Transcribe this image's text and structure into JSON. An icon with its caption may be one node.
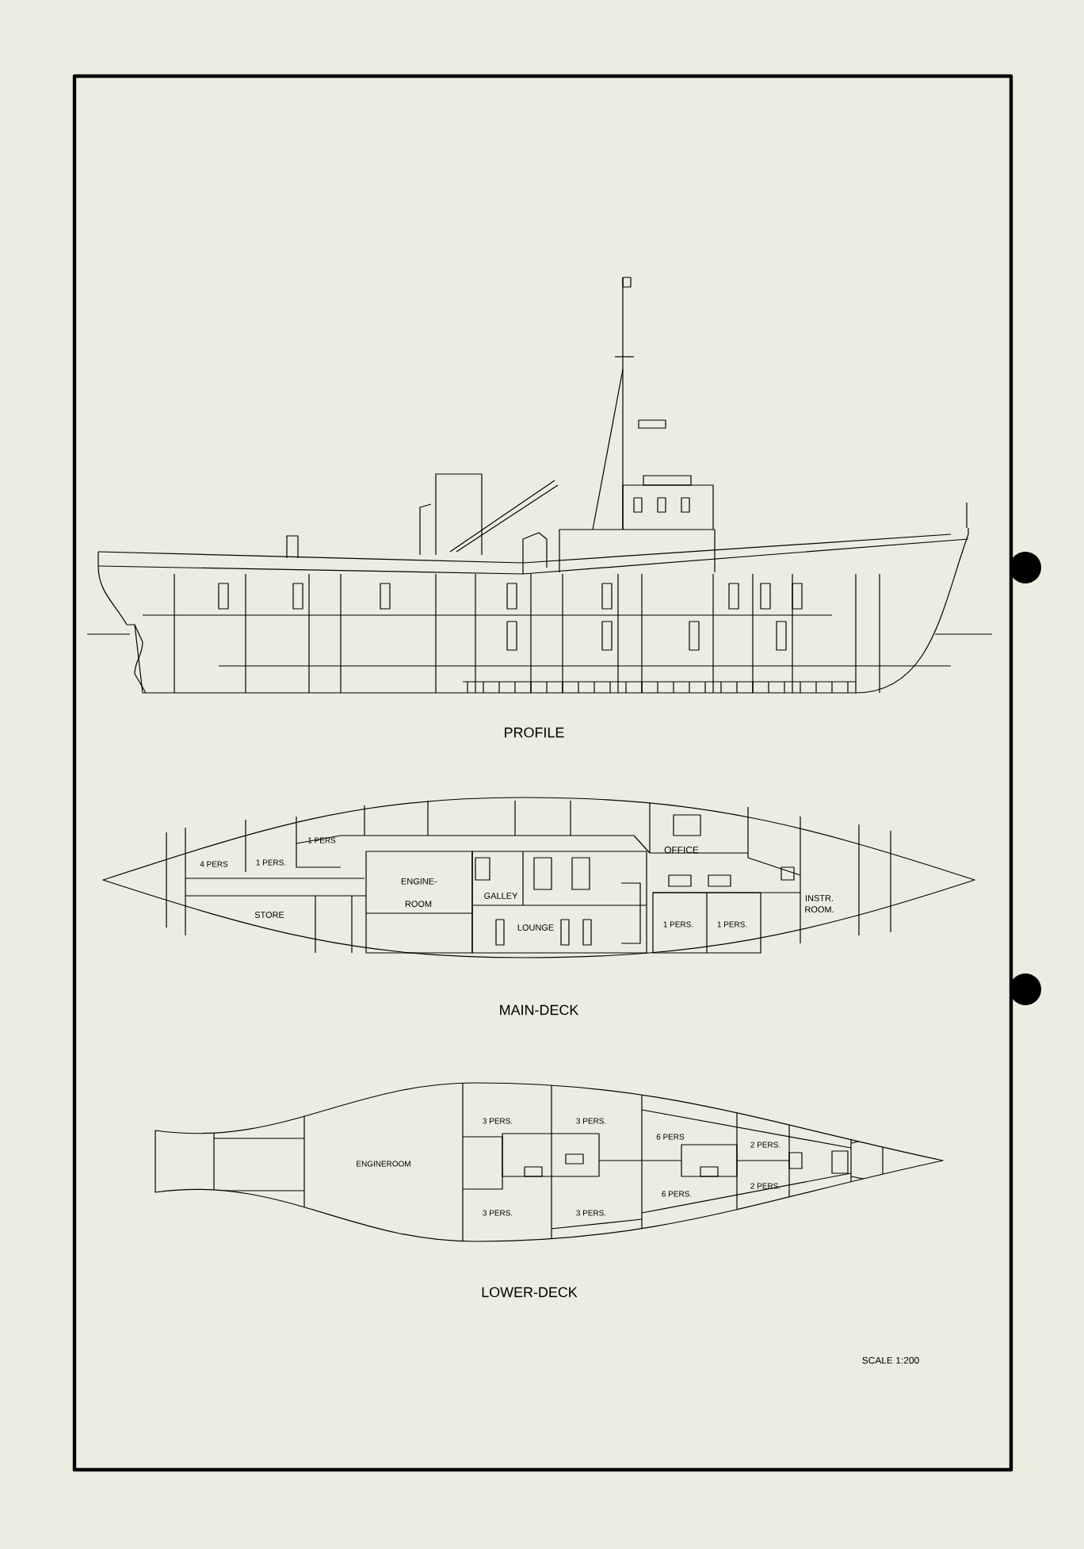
{
  "diagram": {
    "labels": [
      "PROFILE",
      "1 PERS",
      "OFFICE",
      "4 PERS",
      "1 PERS.",
      "ENGINE- ROOM",
      "GALLEY",
      "INSTR. ROOM.",
      "STORE",
      "LOUNGE",
      "1 PERS.",
      "1 PERS.",
      "MAIN-DECK",
      "3 PERS.",
      "3 PERS.",
      "6 PERS",
      "2 PERS.",
      "ENGINEROOM",
      "6 PERS.",
      "2 PERS.",
      "3 PERS.",
      "3 PERS.",
      "LOWER-DECK",
      "SCALE 1:200"
    ]
  }
}
